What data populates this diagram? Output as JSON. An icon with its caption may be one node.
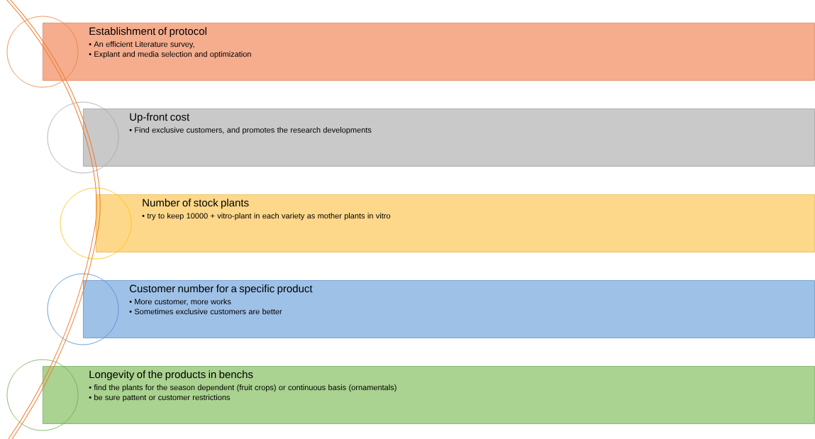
{
  "diagram": {
    "nodes": [
      {
        "text": [
          "Establishment of protocol",
          "• An efficient Literature survey,",
          "• Explant and media selection and optimization"
        ]
      },
      {
        "text": [
          "Up-front cost",
          "• Find exclusive customers, and promotes the research developments"
        ]
      },
      {
        "text": [
          "Number of stock plants",
          "• try to keep 10000 + vitro-plant in each variety as mother plants in vitro"
        ]
      },
      {
        "text": [
          "Customer number for a specific product",
          "• More customer, more works",
          "• Sometimes exclusive customers are better"
        ]
      },
      {
        "text": [
          "Longevity of the products in benchs",
          "• find the plants for the season dependent (fruit crops) or continuous basis (ornamentals)",
          "• be sure pattent or customer restrictions"
        ]
      },
      {
        "text": [],
        "shape": "circle"
      },
      {
        "text": [],
        "shape": "circle"
      },
      {
        "text": [],
        "shape": "circle"
      },
      {
        "text": [],
        "shape": "circle"
      },
      {
        "text": [],
        "shape": "circle"
      }
    ]
  }
}
